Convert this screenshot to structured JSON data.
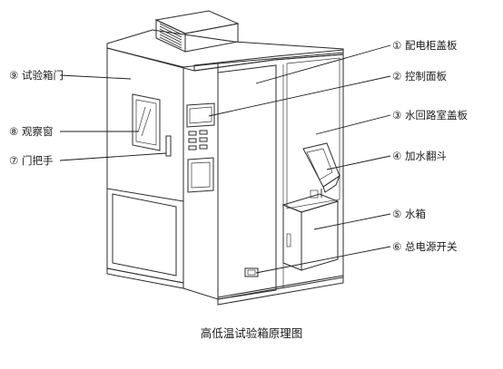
{
  "diagram": {
    "caption": "高低温试验箱原理图",
    "labels": {
      "n1": "① 配电柜盖板",
      "n2": "② 控制面板",
      "n3": "③ 水回路室盖板",
      "n4": "④ 加水翻斗",
      "n5": "⑤ 水箱",
      "n6": "⑥ 总电源开关",
      "n7": "⑦ 门把手",
      "n8": "⑧ 观察窗",
      "n9": "⑨ 试验箱门"
    },
    "colors": {
      "line": "#2b2b2b",
      "cabinet_light": "#efefef",
      "cabinet_mid": "#e2e2e2",
      "cabinet_dark": "#d2d2d2",
      "background": "#ffffff"
    }
  }
}
